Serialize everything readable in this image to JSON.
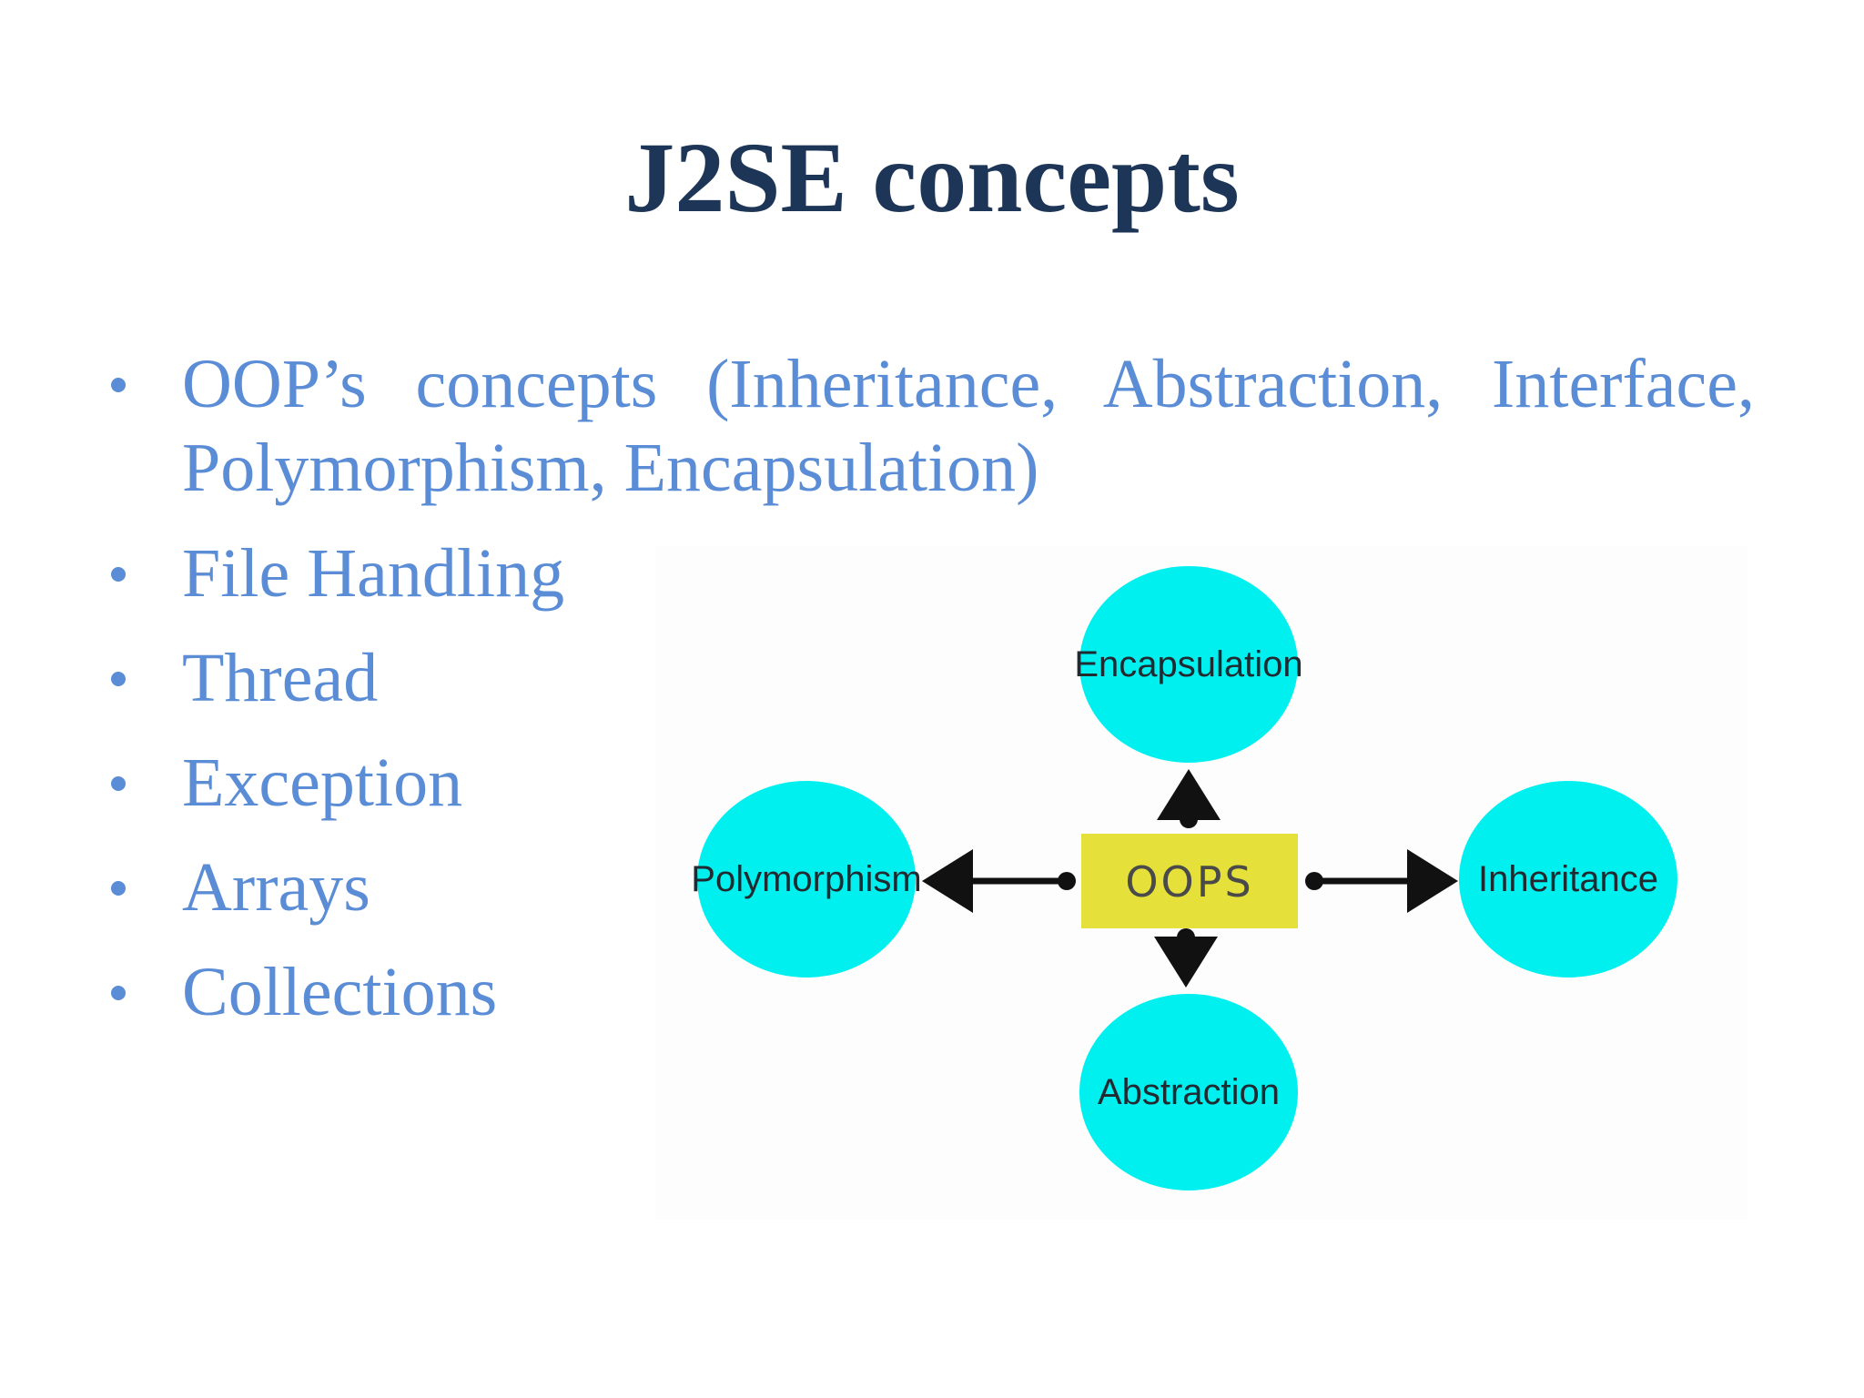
{
  "slide": {
    "title": "J2SE concepts",
    "bullets": [
      {
        "line1": "OOP’s concepts (Inheritance, Abstraction, Interface,",
        "line2": "Polymorphism, Encapsulation)"
      },
      {
        "line1": "File Handling"
      },
      {
        "line1": "Thread"
      },
      {
        "line1": "Exception"
      },
      {
        "line1": "Arrays"
      },
      {
        "line1": "Collections"
      }
    ],
    "colors": {
      "title": "#1d3557",
      "bullet_text": "#5b8dd6",
      "circle_fill": "#00f0f0",
      "center_box_fill": "#e5e03a",
      "arrow": "#111111"
    }
  },
  "diagram": {
    "center": "OOPS",
    "nodes": {
      "top": "Encapsulation",
      "left": "Polymorphism",
      "right": "Inheritance",
      "bottom": "Abstraction"
    }
  }
}
